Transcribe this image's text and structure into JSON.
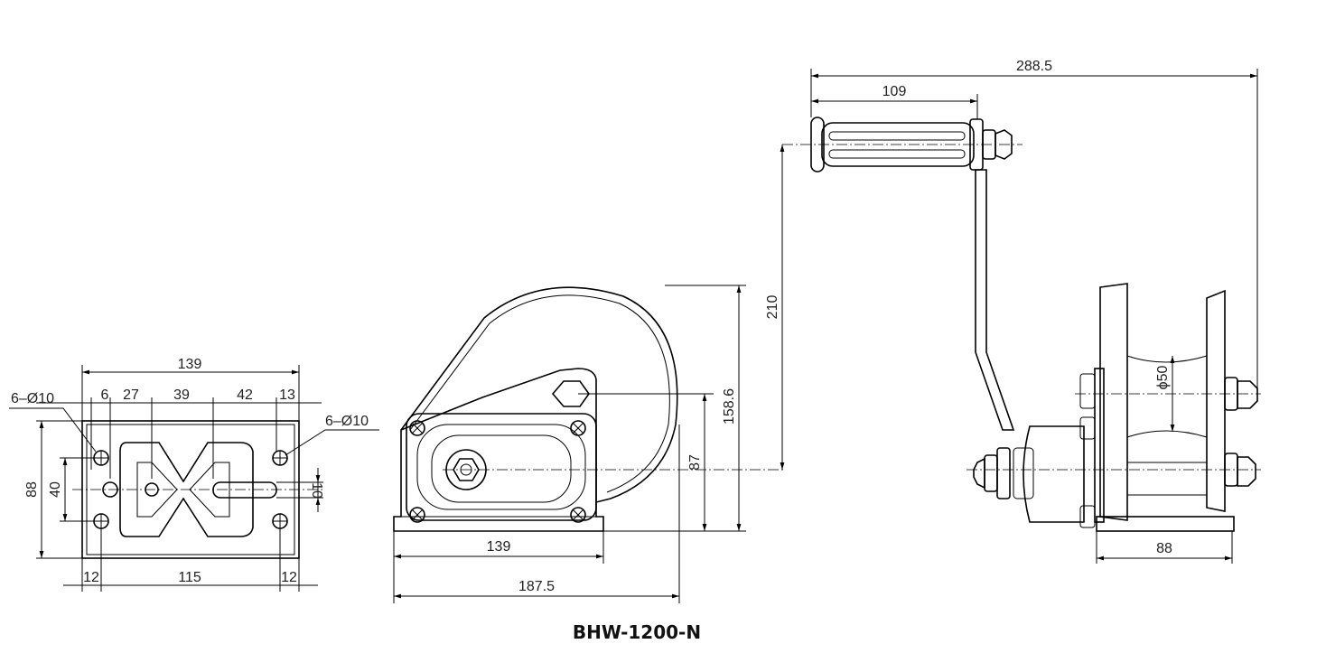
{
  "model_label": "BHW-1200-N",
  "top_view": {
    "overall_width": "139",
    "hole_spacing": [
      "6",
      "27",
      "39",
      "42",
      "13"
    ],
    "holes_left": "6–Ø10",
    "holes_right": "6–Ø10",
    "height": "88",
    "inner_height": "40",
    "slot_width": "10",
    "bottom_dims": [
      "12",
      "115",
      "12"
    ]
  },
  "side_view": {
    "height_total": "158.6",
    "axis_height": "87",
    "base_length": "139",
    "overall_length": "187.5"
  },
  "front_view": {
    "overall_width": "288.5",
    "handle_length": "109",
    "crank_radius": "210",
    "drum_diameter": "ϕ50",
    "base_width": "88"
  }
}
